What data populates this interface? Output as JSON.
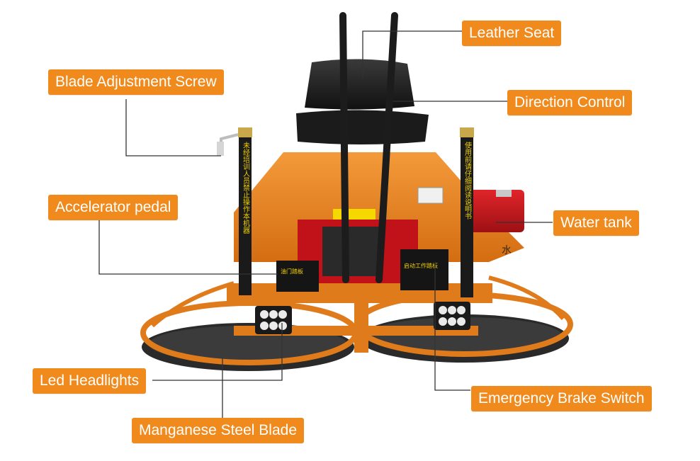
{
  "colors": {
    "label_bg": "#f08a1c",
    "label_text": "#ffffff",
    "leader_line": "#333333",
    "machine_orange": "#e07b1c",
    "machine_dark": "#1c1c1c"
  },
  "callouts": {
    "leather_seat": "Leather Seat",
    "blade_adjustment_screw": "Blade Adjustment Screw",
    "direction_control": "Direction Control",
    "accelerator_pedal": "Accelerator pedal",
    "water_tank": "Water tank",
    "led_headlights": "Led Headlights",
    "emergency_brake_switch": "Emergency Brake Switch",
    "manganese_steel_blade": "Manganese Steel Blade"
  },
  "machine_markings": {
    "left_post": "未经培训人员禁止操作本机器",
    "right_post": "使用前请仔细阅读说明书",
    "tank_char": "水",
    "left_box": "油门踏板",
    "right_box": "启动工作踏板"
  }
}
